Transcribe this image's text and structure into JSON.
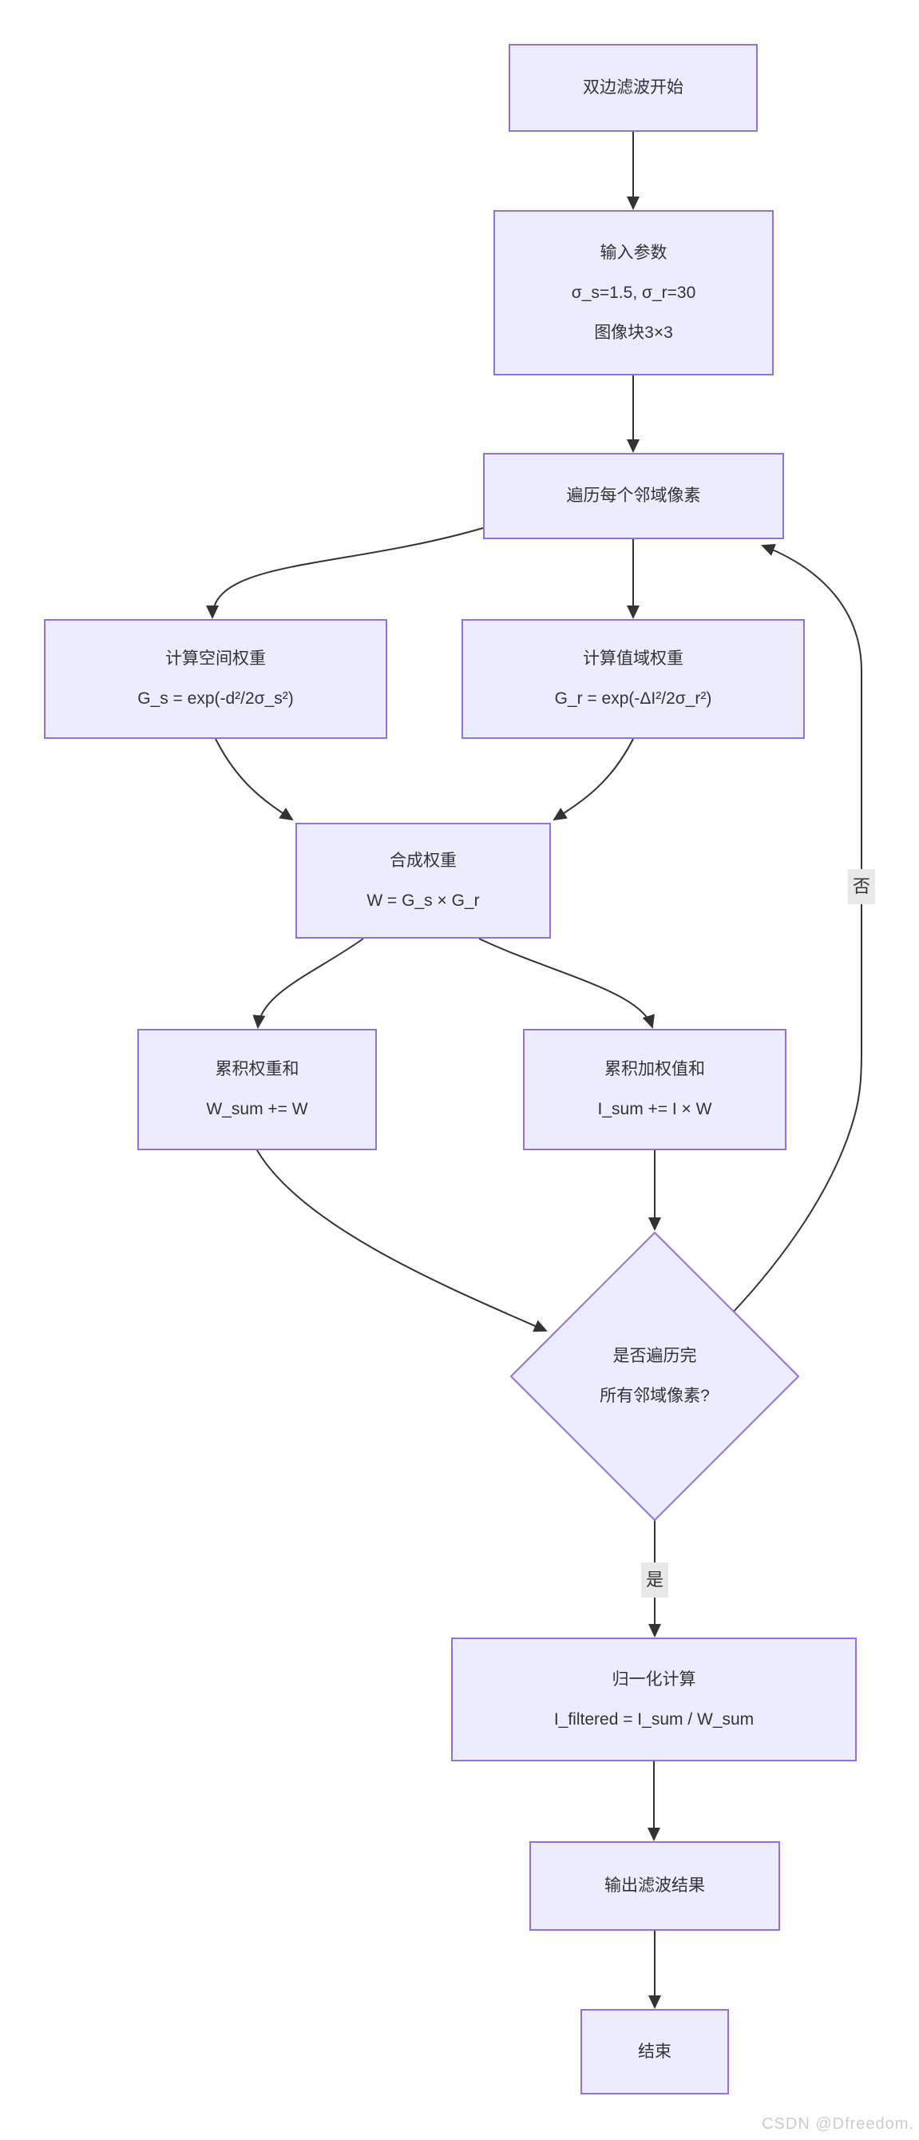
{
  "diagram": {
    "type": "flowchart",
    "direction": "top-down",
    "topic": "双边滤波",
    "colors": {
      "node_fill": "#ECECFF",
      "node_border": "#9370DB",
      "edge": "#333333",
      "text": "#333333",
      "edge_label_bg": "#e8e8e8",
      "background": "#ffffff"
    },
    "nodes": {
      "start": {
        "shape": "rect",
        "lines": [
          "双边滤波开始"
        ]
      },
      "input": {
        "shape": "rect",
        "lines": [
          "输入参数",
          "σ_s=1.5, σ_r=30",
          "图像块3×3"
        ]
      },
      "loop": {
        "shape": "rect",
        "lines": [
          "遍历每个邻域像素"
        ]
      },
      "spatial": {
        "shape": "rect",
        "lines": [
          "计算空间权重",
          "G_s = exp(-d²/2σ_s²)"
        ]
      },
      "range": {
        "shape": "rect",
        "lines": [
          "计算值域权重",
          "G_r = exp(-ΔI²/2σ_r²)"
        ]
      },
      "combine": {
        "shape": "rect",
        "lines": [
          "合成权重",
          "W = G_s × G_r"
        ]
      },
      "wsum": {
        "shape": "rect",
        "lines": [
          "累积权重和",
          "W_sum += W"
        ]
      },
      "isum": {
        "shape": "rect",
        "lines": [
          "累积加权值和",
          "I_sum += I × W"
        ]
      },
      "decision": {
        "shape": "diamond",
        "lines": [
          "是否遍历完",
          "所有邻域像素?"
        ]
      },
      "normalize": {
        "shape": "rect",
        "lines": [
          "归一化计算",
          "I_filtered = I_sum / W_sum"
        ]
      },
      "output": {
        "shape": "rect",
        "lines": [
          "输出滤波结果"
        ]
      },
      "end": {
        "shape": "rect",
        "lines": [
          "结束"
        ]
      }
    },
    "edges": [
      {
        "from": "start",
        "to": "input",
        "label": ""
      },
      {
        "from": "input",
        "to": "loop",
        "label": ""
      },
      {
        "from": "loop",
        "to": "spatial",
        "label": ""
      },
      {
        "from": "loop",
        "to": "range",
        "label": ""
      },
      {
        "from": "spatial",
        "to": "combine",
        "label": ""
      },
      {
        "from": "range",
        "to": "combine",
        "label": ""
      },
      {
        "from": "combine",
        "to": "wsum",
        "label": ""
      },
      {
        "from": "combine",
        "to": "isum",
        "label": ""
      },
      {
        "from": "wsum",
        "to": "decision",
        "label": ""
      },
      {
        "from": "isum",
        "to": "decision",
        "label": ""
      },
      {
        "from": "decision",
        "to": "loop",
        "label": "否"
      },
      {
        "from": "decision",
        "to": "normalize",
        "label": "是"
      },
      {
        "from": "normalize",
        "to": "output",
        "label": ""
      },
      {
        "from": "output",
        "to": "end",
        "label": ""
      }
    ]
  },
  "watermark": {
    "text": "CSDN @Dfreedom."
  }
}
